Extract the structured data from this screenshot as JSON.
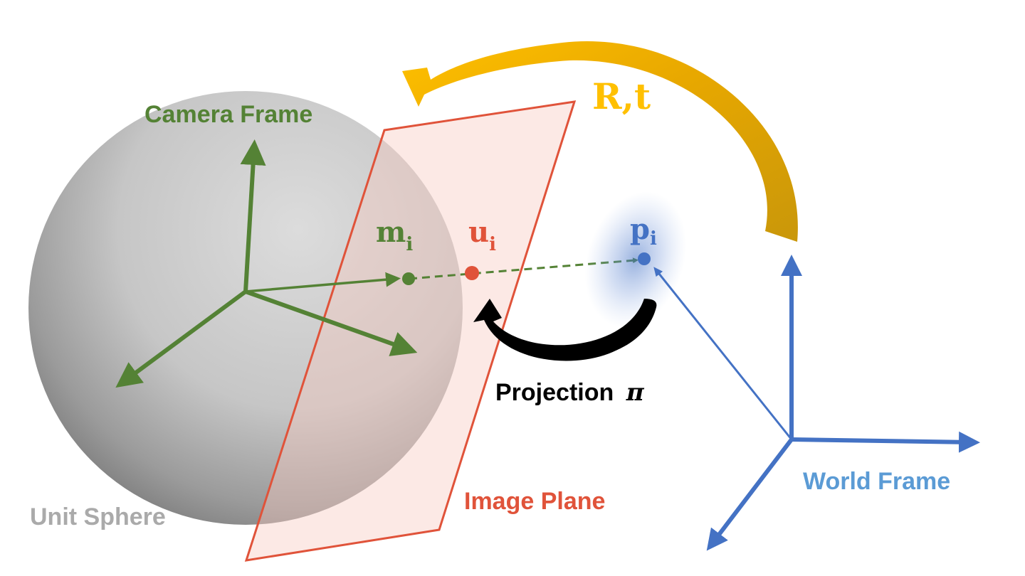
{
  "labels": {
    "camera_frame": "Camera Frame",
    "world_frame": "World Frame",
    "unit_sphere": "Unit Sphere",
    "image_plane": "Image Plane",
    "projection": "Projection",
    "projection_symbol": "π",
    "transform": "R,t",
    "m_main": "m",
    "m_sub": "i",
    "u_main": "u",
    "u_sub": "i",
    "p_main": "p",
    "p_sub": "i"
  },
  "colors": {
    "camera_green": "#548235",
    "world_blue": "#4472C4",
    "world_label_blue": "#5B9BD5",
    "plane_red": "#E0533A",
    "transform_gold": "#FFC000",
    "transform_dark_gold": "#C9970A",
    "sphere_label_gray": "#AAAAAA",
    "projection_black": "#000000"
  }
}
